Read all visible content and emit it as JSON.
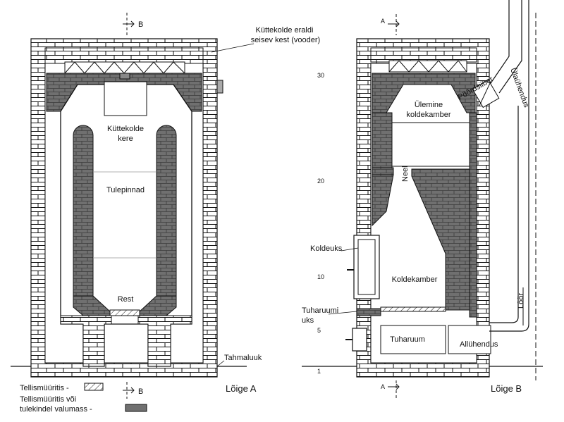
{
  "section_a": {
    "title": "Lõige A",
    "cut_mark_top": "B",
    "cut_mark_bottom": "B",
    "labels": {
      "shell": "Küttekolde eraldi\nseisev kest (vooder)",
      "body_line1": "Küttekolde",
      "body_line2": "kere",
      "heating_surfaces": "Tulepinnad",
      "grate": "Rest",
      "soot_hatch": "Tahmaluuk"
    }
  },
  "section_b": {
    "title": "Lõige B",
    "cut_mark_top": "A",
    "cut_mark_bottom": "A",
    "labels": {
      "upper_chamber_line1": "Ülemine",
      "upper_chamber_line2": "koldekamber",
      "throat": "Neel",
      "bypass_damper": "Põõrdsiiber",
      "upper_connection": "Ülaühendus",
      "fire_door": "Koldeuks",
      "fire_chamber": "Koldekamber",
      "ash_door_line1": "Tuharuumi",
      "ash_door_line2": "uks",
      "ash_room": "Tuharuum",
      "lower_connection": "Allühendus",
      "flue": "Lõõr"
    },
    "scale_marks": [
      "30",
      "20",
      "10",
      "5",
      "1"
    ]
  },
  "legend": {
    "brick": "Tellismüüritis  -",
    "brick_refractory_line1": "Tellismüüritis  või",
    "brick_refractory_line2": "tulekindel valumass   -"
  },
  "colors": {
    "line": "#111111",
    "refractory": "#6f6f6f",
    "brick_fill": "#ffffff"
  }
}
